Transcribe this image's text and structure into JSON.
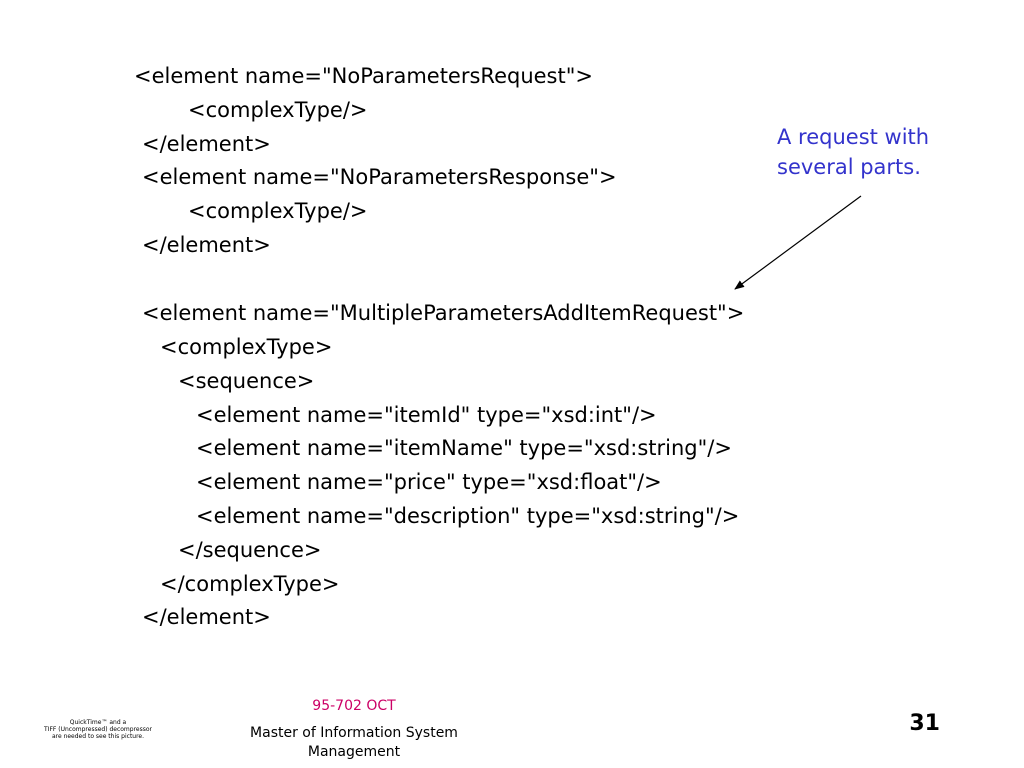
{
  "code": {
    "lines": [
      "<element name=\"NoParametersRequest\">",
      "<complexType/>",
      "</element>",
      "<element name=\"NoParametersResponse\">",
      "<complexType/>",
      "</element>",
      "<element name=\"MultipleParametersAddItemRequest\">",
      "<complexType>",
      "<sequence>",
      "<element name=\"itemId\" type=\"xsd:int\"/>",
      "<element name=\"itemName\" type=\"xsd:string\"/>",
      "<element name=\"price\" type=\"xsd:float\"/>",
      "<element name=\"description\" type=\"xsd:string\"/>",
      "</sequence>",
      "</complexType>",
      "</element>"
    ]
  },
  "annotation": {
    "line1": "A request with",
    "line2": "several parts.",
    "color": "#3333cc"
  },
  "footer": {
    "course": "95-702 OCT",
    "program_line1": "Master of Information System",
    "program_line2": "Management",
    "page_number": "31",
    "course_color": "#cc0066"
  },
  "placeholder_image": {
    "line1": "QuickTime™ and a",
    "line2": "TIFF (Uncompressed) decompressor",
    "line3": "are needed to see this picture."
  }
}
